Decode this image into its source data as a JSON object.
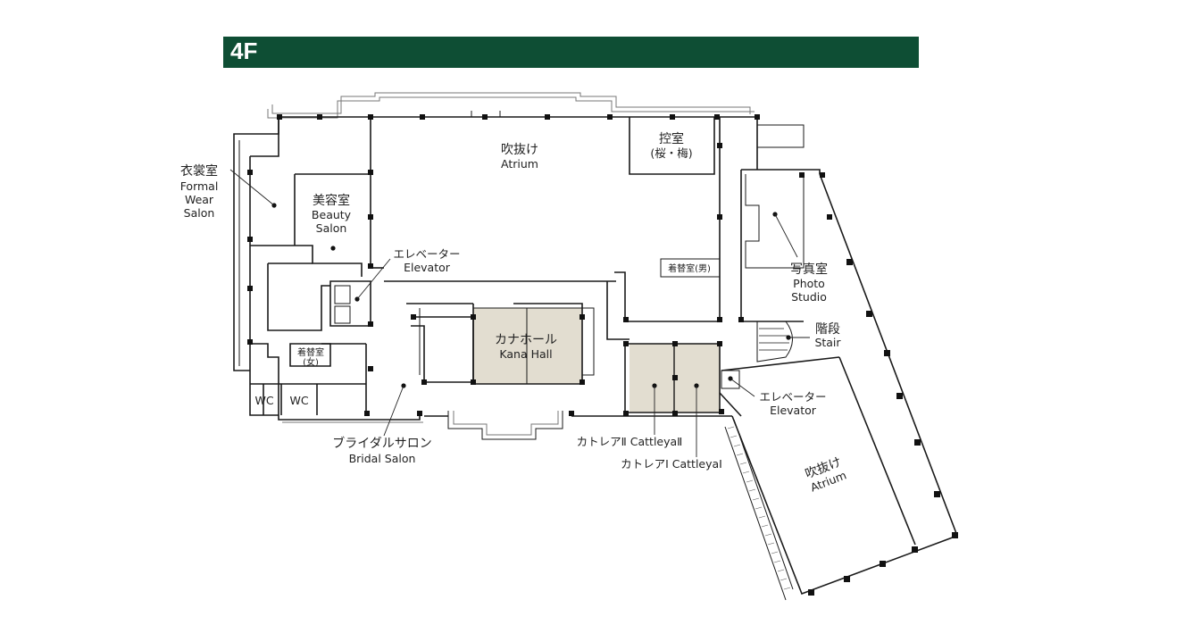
{
  "floor": {
    "label": "4F",
    "header_color": "#0e4e34"
  },
  "colors": {
    "highlight": "#e2ddd0",
    "wall": "#1a1a1a",
    "pillar": "#111111"
  },
  "rooms": {
    "atrium_north": {
      "jp": "吹抜け",
      "en": "Atrium"
    },
    "hikaeshitsu": {
      "jp": "控室",
      "sub": "(桜・梅)"
    },
    "formal_wear": {
      "jp": "衣裳室",
      "en1": "Formal",
      "en2": "Wear",
      "en3": "Salon"
    },
    "beauty": {
      "jp": "美容室",
      "en1": "Beauty",
      "en2": "Salon"
    },
    "elevator_west": {
      "jp": "エレベーター",
      "en": "Elevator"
    },
    "dressing_men": {
      "jp": "着替室(男)"
    },
    "photo": {
      "jp": "写真室",
      "en1": "Photo",
      "en2": "Studio"
    },
    "stair": {
      "jp": "階段",
      "en": "Stair"
    },
    "kana_hall": {
      "jp": "カナホール",
      "en": "Kana Hall"
    },
    "dressing_women": {
      "jp1": "着替室",
      "jp2": "(女)"
    },
    "wc1": {
      "label": "WC"
    },
    "wc2": {
      "label": "WC"
    },
    "elevator_east": {
      "jp": "エレベーター",
      "en": "Elevator"
    },
    "bridal": {
      "jp": "ブライダルサロン",
      "en": "Bridal Salon"
    },
    "cattleya2": {
      "label": "カトレアⅡ CattleyaⅡ"
    },
    "cattleya1": {
      "label": "カトレアⅠ CattleyaⅠ"
    },
    "atrium_south": {
      "jp": "吹抜け",
      "en": "Atrium"
    }
  }
}
